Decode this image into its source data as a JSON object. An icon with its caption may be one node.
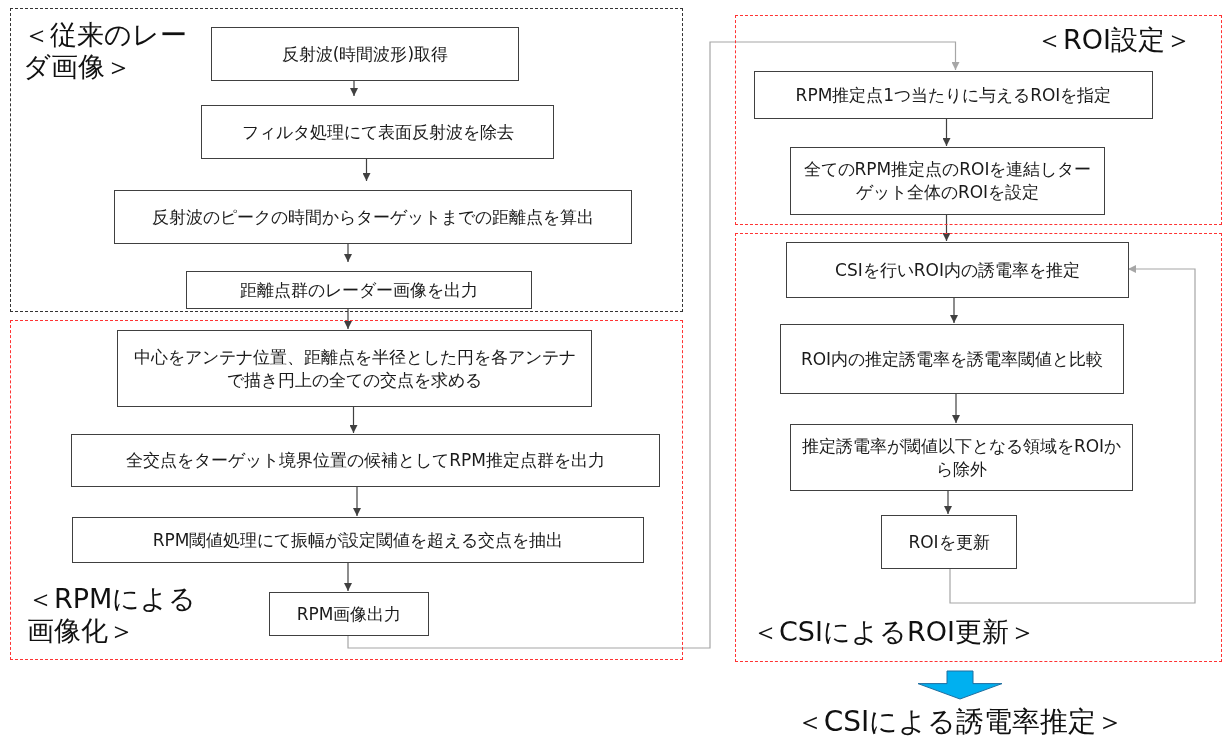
{
  "diagram": {
    "nodes": [
      {
        "text": [
          "＜従来のレーダ画像＞"
        ]
      },
      {
        "text": [
          "反射波(時間波形)取得"
        ],
        "in": 0
      },
      {
        "text": [
          "フィルタ処理にて表面反射波を除去"
        ],
        "in": 0
      },
      {
        "text": [
          "反射波のピークの時間からターゲットまでの距離点を算出"
        ],
        "in": 0
      },
      {
        "text": [
          "距離点群のレーダー画像を出力"
        ],
        "in": 0
      },
      {
        "text": [
          "＜RPMによる画像化＞"
        ]
      },
      {
        "text": [
          "中心をアンテナ位置、距離点を半径とした円を各アンテナで描き円上の全ての交点を求める"
        ],
        "in": 5
      },
      {
        "text": [
          "全交点をターゲット境界位置の候補としてRPM推定点群を出力"
        ],
        "in": 5
      },
      {
        "text": [
          "RPM閾値処理にて振幅が設定閾値を超える交点を抽出"
        ],
        "in": 5
      },
      {
        "text": [
          "RPM画像出力"
        ],
        "in": 5
      },
      {
        "text": [
          "＜ROI設定＞"
        ]
      },
      {
        "text": [
          "RPM推定点1つ当たりに与えるROIを指定"
        ],
        "in": 10
      },
      {
        "text": [
          "全てのRPM推定点のROIを連結しターゲット全体のROIを設定"
        ],
        "in": 10
      },
      {
        "text": [
          "＜CSIによるROI更新＞"
        ]
      },
      {
        "text": [
          "CSIを行いROI内の誘電率を推定"
        ],
        "in": 13
      },
      {
        "text": [
          "ROI内の推定誘電率を誘電率閾値と比較"
        ],
        "in": 13
      },
      {
        "text": [
          "推定誘電率が閾値以下となる領域をROIから除外"
        ],
        "in": 13
      },
      {
        "text": [
          "ROIを更新"
        ],
        "in": 13
      },
      {
        "text": [
          "＜CSIによる誘電率推定＞"
        ]
      }
    ],
    "edges": [
      {
        "from": 1,
        "to": 2,
        "arrow": "to"
      },
      {
        "from": 2,
        "to": 3,
        "arrow": "to"
      },
      {
        "from": 3,
        "to": 4,
        "arrow": "to"
      },
      {
        "from": 4,
        "to": 6,
        "arrow": "to"
      },
      {
        "from": 6,
        "to": 7,
        "arrow": "to"
      },
      {
        "from": 7,
        "to": 8,
        "arrow": "to"
      },
      {
        "from": 8,
        "to": 9,
        "arrow": "to"
      },
      {
        "from": 9,
        "to": 11,
        "arrow": "to",
        "color": "#a6a6a6"
      },
      {
        "from": 11,
        "to": 12,
        "arrow": "to"
      },
      {
        "from": 12,
        "to": 14,
        "arrow": "to"
      },
      {
        "from": 14,
        "to": 15,
        "arrow": "to"
      },
      {
        "from": 15,
        "to": 16,
        "arrow": "to"
      },
      {
        "from": 16,
        "to": 17,
        "arrow": "to"
      },
      {
        "from": 17,
        "to": 14,
        "arrow": "to",
        "color": "#a6a6a6"
      },
      {
        "from": 13,
        "to": 18,
        "arrow": "to",
        "style": "thick",
        "color": "#00b0f0"
      }
    ]
  }
}
